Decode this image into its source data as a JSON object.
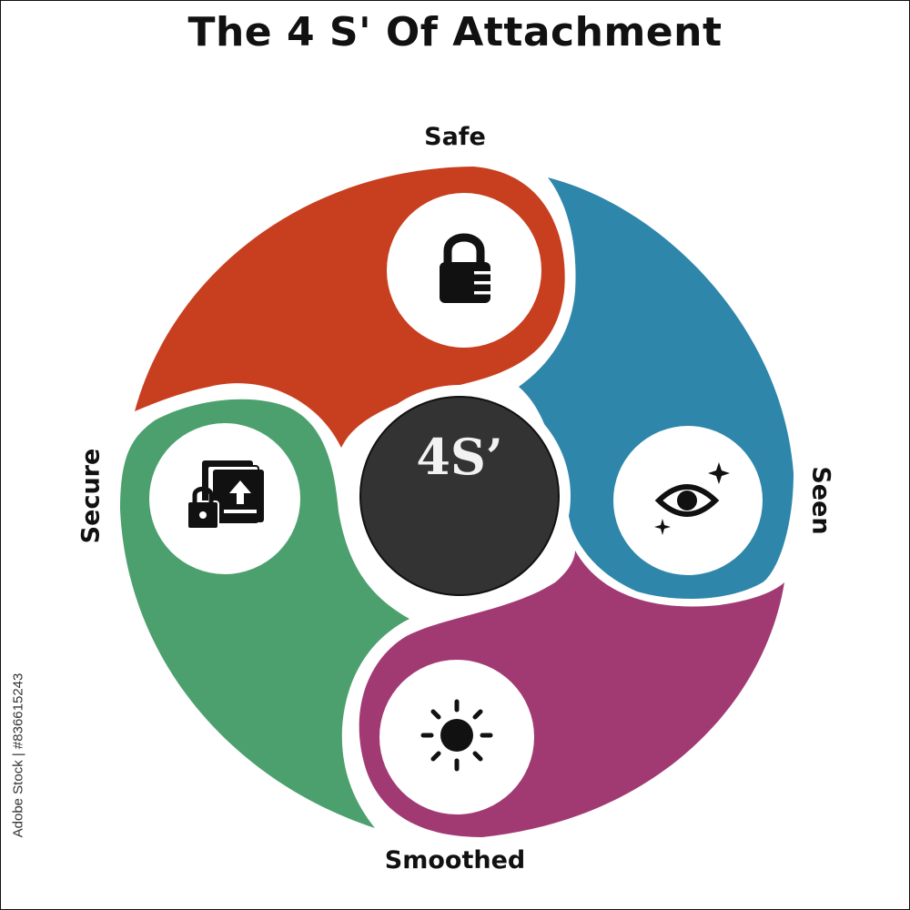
{
  "title": "The 4 S' Of Attachment",
  "center_label": "4S’",
  "segments": [
    {
      "label": "Safe",
      "icon": "padlock-icon",
      "color": "#C83F1F"
    },
    {
      "label": "Seen",
      "icon": "eye-sparkle-icon",
      "color": "#2E86AB"
    },
    {
      "label": "Smoothed",
      "icon": "sun-icon",
      "color": "#A13A73"
    },
    {
      "label": "Secure",
      "icon": "secure-files-icon",
      "color": "#4CA06E"
    }
  ],
  "center_color": "#333333",
  "watermark_credit": "Adobe Stock | #836615243"
}
